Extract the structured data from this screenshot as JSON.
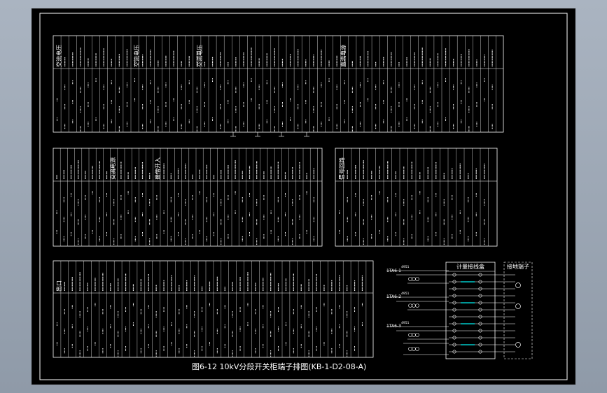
{
  "caption": "图6-12 10kV分段开关柜端子排图(KB-1-D2-08-A)",
  "panel1": {
    "headers": [
      "交流电压",
      "交流电压",
      "交流电压",
      "直流电源"
    ]
  },
  "panel2": {
    "headers": [
      "交流电源",
      "遥信开入"
    ]
  },
  "panel3": {
    "headers": [
      "信号回路"
    ]
  },
  "panel4": {
    "headers": [
      "出口"
    ]
  },
  "ct": {
    "box_title": "计量接线盒",
    "side_title": "接地端子",
    "labels": [
      "1TA6-1",
      "1TA6-2",
      "1TA6-3"
    ],
    "minor_labels": [
      "4951",
      "4951",
      "4951"
    ]
  },
  "colors": {
    "line": "#ffffff",
    "accent": "#00c8c8",
    "sheet": "#000000",
    "frame": "#9aa6b4"
  }
}
